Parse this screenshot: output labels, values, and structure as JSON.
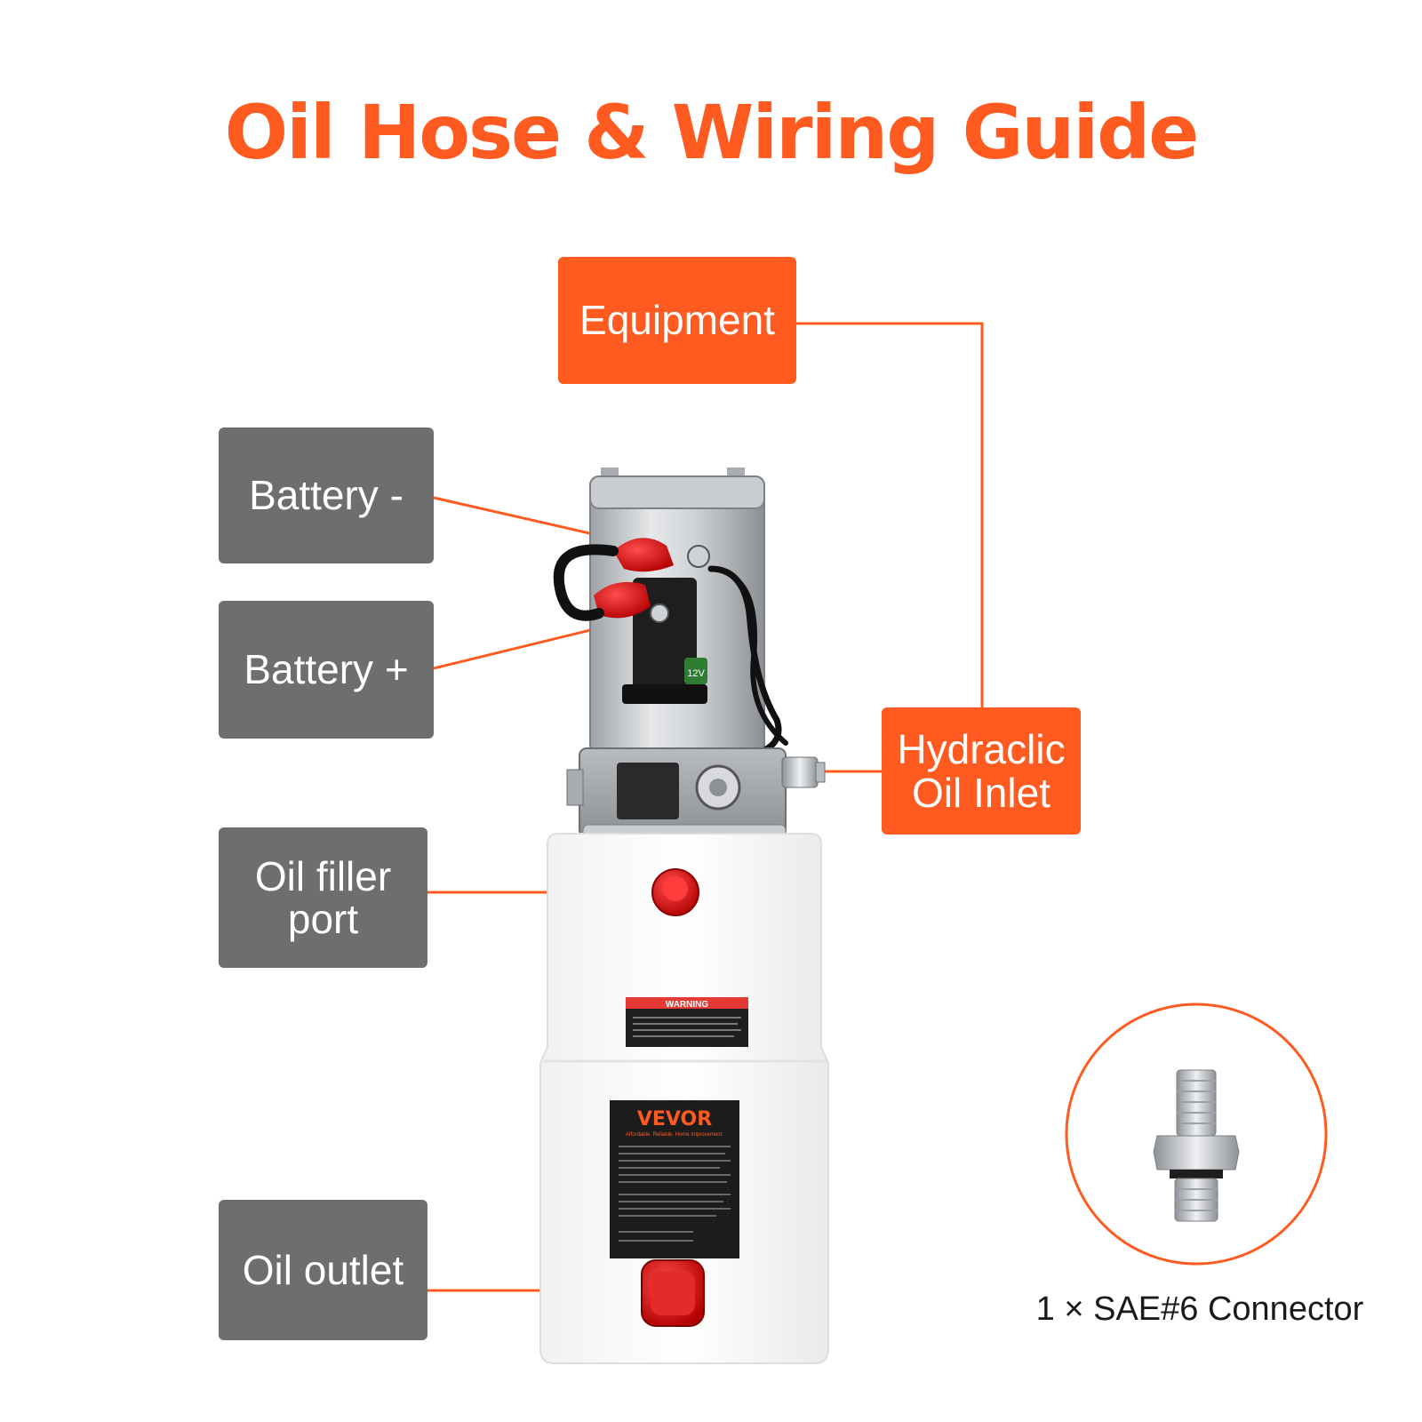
{
  "title": "Oil Hose & Wiring Guide",
  "labels": {
    "equipment": "Equipment",
    "battery_negative": "Battery -",
    "battery_positive": "Battery +",
    "hydraulic_oil_inlet_line1": "Hydraclic",
    "hydraulic_oil_inlet_line2": "Oil Inlet",
    "oil_filler_port_line1": "Oil filler",
    "oil_filler_port_line2": "port",
    "oil_outlet": "Oil outlet"
  },
  "product": {
    "motor_voltage_badge": "12V",
    "warning_sticker_title": "WARNING",
    "brand_plate": "VEVOR",
    "brand_tagline": "Affordable. Reliable. Home Improvement."
  },
  "accessory": {
    "caption": "1 × SAE#6 Connector"
  },
  "colors": {
    "accent": "#ff5a1f",
    "label_gray": "#6e6e6e",
    "text_dark": "#1a1a1a"
  }
}
